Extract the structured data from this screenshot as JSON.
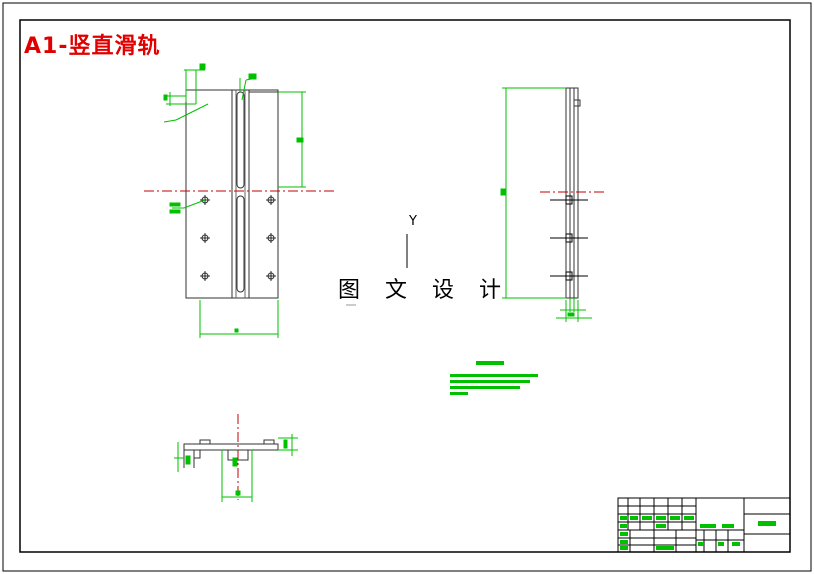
{
  "drawing": {
    "title": "A1-竖直滑轨",
    "watermark": "图 文 设 计",
    "axis_label": "Y"
  },
  "colors": {
    "border": "#000000",
    "outline": "#333333",
    "dimension": "#00c000",
    "centerline": "#c00000",
    "title_text": "#e00000"
  }
}
